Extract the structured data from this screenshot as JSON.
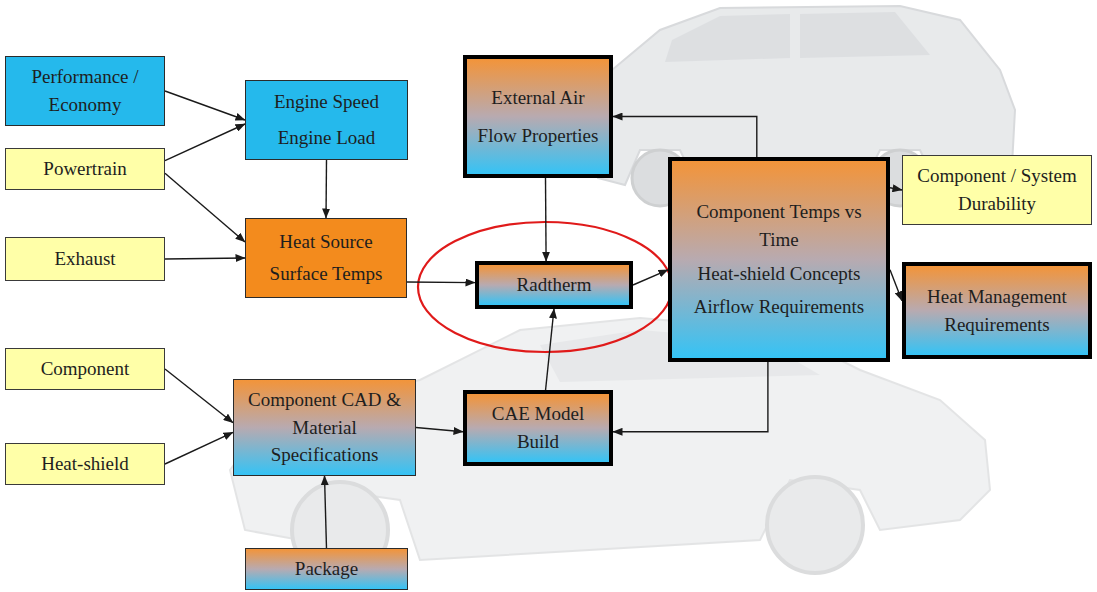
{
  "diagram": {
    "nodes": [
      {
        "text": [
          "Performance / Economy"
        ]
      },
      {
        "text": [
          "Engine Speed",
          "Engine Load"
        ]
      },
      {
        "text": [
          "External Air Flow Properties"
        ]
      },
      {
        "text": [
          "Component Temps vs Time",
          "Heat-shield Concepts",
          "Airflow Requirements"
        ]
      },
      {
        "text": [
          "Component / System Durability"
        ]
      },
      {
        "text": [
          "Powertrain"
        ]
      },
      {
        "text": [
          "Heat Source Surface Temps"
        ]
      },
      {
        "text": [
          "Exhaust"
        ]
      },
      {
        "text": [
          "Radtherm"
        ]
      },
      {
        "text": [
          "Heat Management Requirements"
        ]
      },
      {
        "text": [
          "Component"
        ]
      },
      {
        "text": [
          "Component CAD & Material Specifications"
        ]
      },
      {
        "text": [
          "CAE Model Build"
        ]
      },
      {
        "text": [
          "Heat-shield"
        ]
      },
      {
        "text": [
          "Package"
        ]
      }
    ],
    "edges": [
      {
        "from": 0,
        "to": 1,
        "arrow": "to"
      },
      {
        "from": 5,
        "to": 1,
        "arrow": "to"
      },
      {
        "from": 5,
        "to": 6,
        "arrow": "to"
      },
      {
        "from": 7,
        "to": 6,
        "arrow": "to"
      },
      {
        "from": 1,
        "to": 6,
        "arrow": "to"
      },
      {
        "from": 6,
        "to": 8,
        "arrow": "to"
      },
      {
        "from": 2,
        "to": 8,
        "arrow": "to"
      },
      {
        "from": 12,
        "to": 8,
        "arrow": "to"
      },
      {
        "from": 8,
        "to": 3,
        "arrow": "to"
      },
      {
        "from": 3,
        "to": 2,
        "arrow": "to"
      },
      {
        "from": 3,
        "to": 12,
        "arrow": "to"
      },
      {
        "from": 3,
        "to": 4,
        "arrow": "to"
      },
      {
        "from": 3,
        "to": 9,
        "arrow": "to"
      },
      {
        "from": 10,
        "to": 11,
        "arrow": "to"
      },
      {
        "from": 13,
        "to": 11,
        "arrow": "to"
      },
      {
        "from": 11,
        "to": 12,
        "arrow": "to"
      },
      {
        "from": 14,
        "to": 11,
        "arrow": "to"
      }
    ]
  }
}
